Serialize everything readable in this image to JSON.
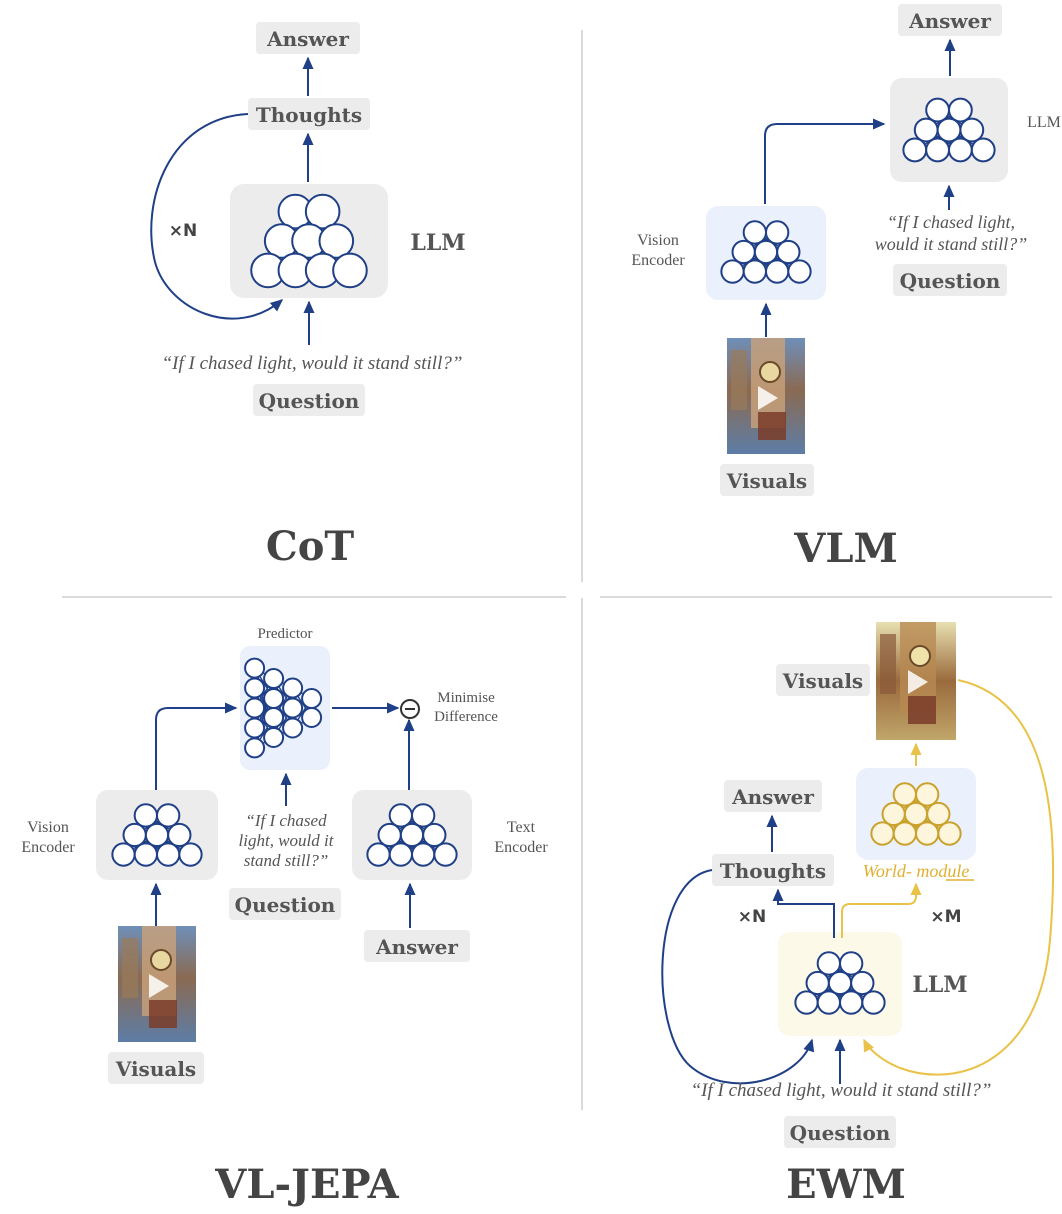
{
  "panels": {
    "cot": {
      "title": "CoT",
      "answer": "Answer",
      "thoughts": "Thoughts",
      "model": "LLM",
      "repeat": "×N",
      "quote": "“If I chased light, would it stand still?”",
      "question": "Question"
    },
    "vlm": {
      "title": "VLM",
      "answer": "Answer",
      "model": "LLM",
      "encoder_line1": "Vision",
      "encoder_line2": "Encoder",
      "quote_line1": "“If I chased light,",
      "quote_line2": "would it stand still?”",
      "question": "Question",
      "visuals": "Visuals"
    },
    "vljepa": {
      "title": "VL-JEPA",
      "predictor": "Predictor",
      "minimise_line1": "Minimise",
      "minimise_line2": "Difference",
      "vision_line1": "Vision",
      "vision_line2": "Encoder",
      "text_line1": "Text",
      "text_line2": "Encoder",
      "quote_line1": "“If I chased",
      "quote_line2": "light, would it",
      "quote_line3": "stand still?”",
      "question": "Question",
      "answer": "Answer",
      "visuals": "Visuals"
    },
    "ewm": {
      "title": "EWM",
      "visuals": "Visuals",
      "answer": "Answer",
      "thoughts": "Thoughts",
      "world_module": "World- module",
      "repeat_n": "×N",
      "repeat_m": "×M",
      "model": "LLM",
      "quote": "“If I chased light, would it stand still?”",
      "question": "Question"
    }
  },
  "colors": {
    "blue": "#1f3f86",
    "gold": "#e9c24a",
    "tag_bg": "#ececec",
    "box_grey": "#ececec",
    "box_blue": "#eaf1fc",
    "box_yellow": "#fdf9e8",
    "divider": "#cfcfcf"
  }
}
